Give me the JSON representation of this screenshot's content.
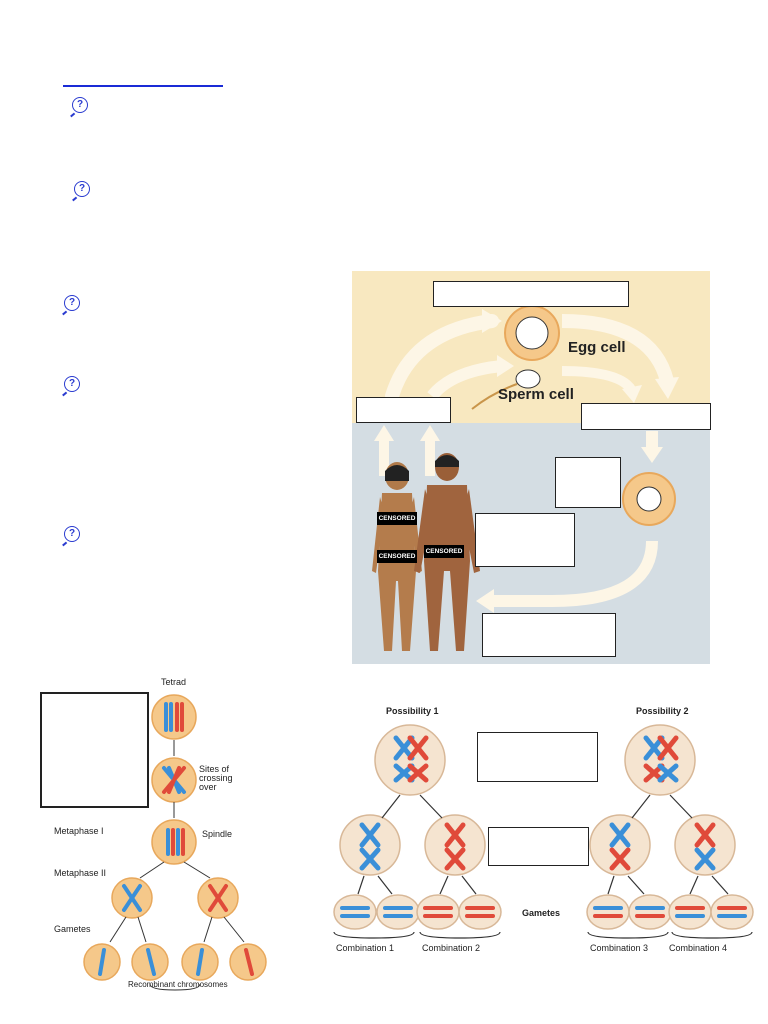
{
  "help_icons": [
    "help-icon",
    "help-icon",
    "help-icon",
    "help-icon",
    "help-icon"
  ],
  "life_cycle": {
    "egg_label": "Egg cell",
    "sperm_label": "Sperm cell",
    "censored_tags": [
      "CENSORED",
      "CENSORED",
      "CENSORED"
    ]
  },
  "crossing_over": {
    "tetrad": "Tetrad",
    "sites": "Sites of crossing over",
    "spindle": "Spindle",
    "metaphase1": "Metaphase I",
    "metaphase2": "Metaphase II",
    "gametes": "Gametes",
    "recombinant": "Recombinant chromosomes"
  },
  "assortment": {
    "possibility1": "Possibility 1",
    "possibility2": "Possibility 2",
    "gametes": "Gametes",
    "combinations": [
      "Combination 1",
      "Combination 2",
      "Combination 3",
      "Combination 4"
    ]
  },
  "colors": {
    "cream": "#f8e8c0",
    "blue_grey": "#d4dde3",
    "cell": "#f5c88a",
    "cell_border": "#e8a85c",
    "chrom_blue": "#3a8fd8",
    "chrom_red": "#e04a3a",
    "link": "#1a2bd6"
  }
}
